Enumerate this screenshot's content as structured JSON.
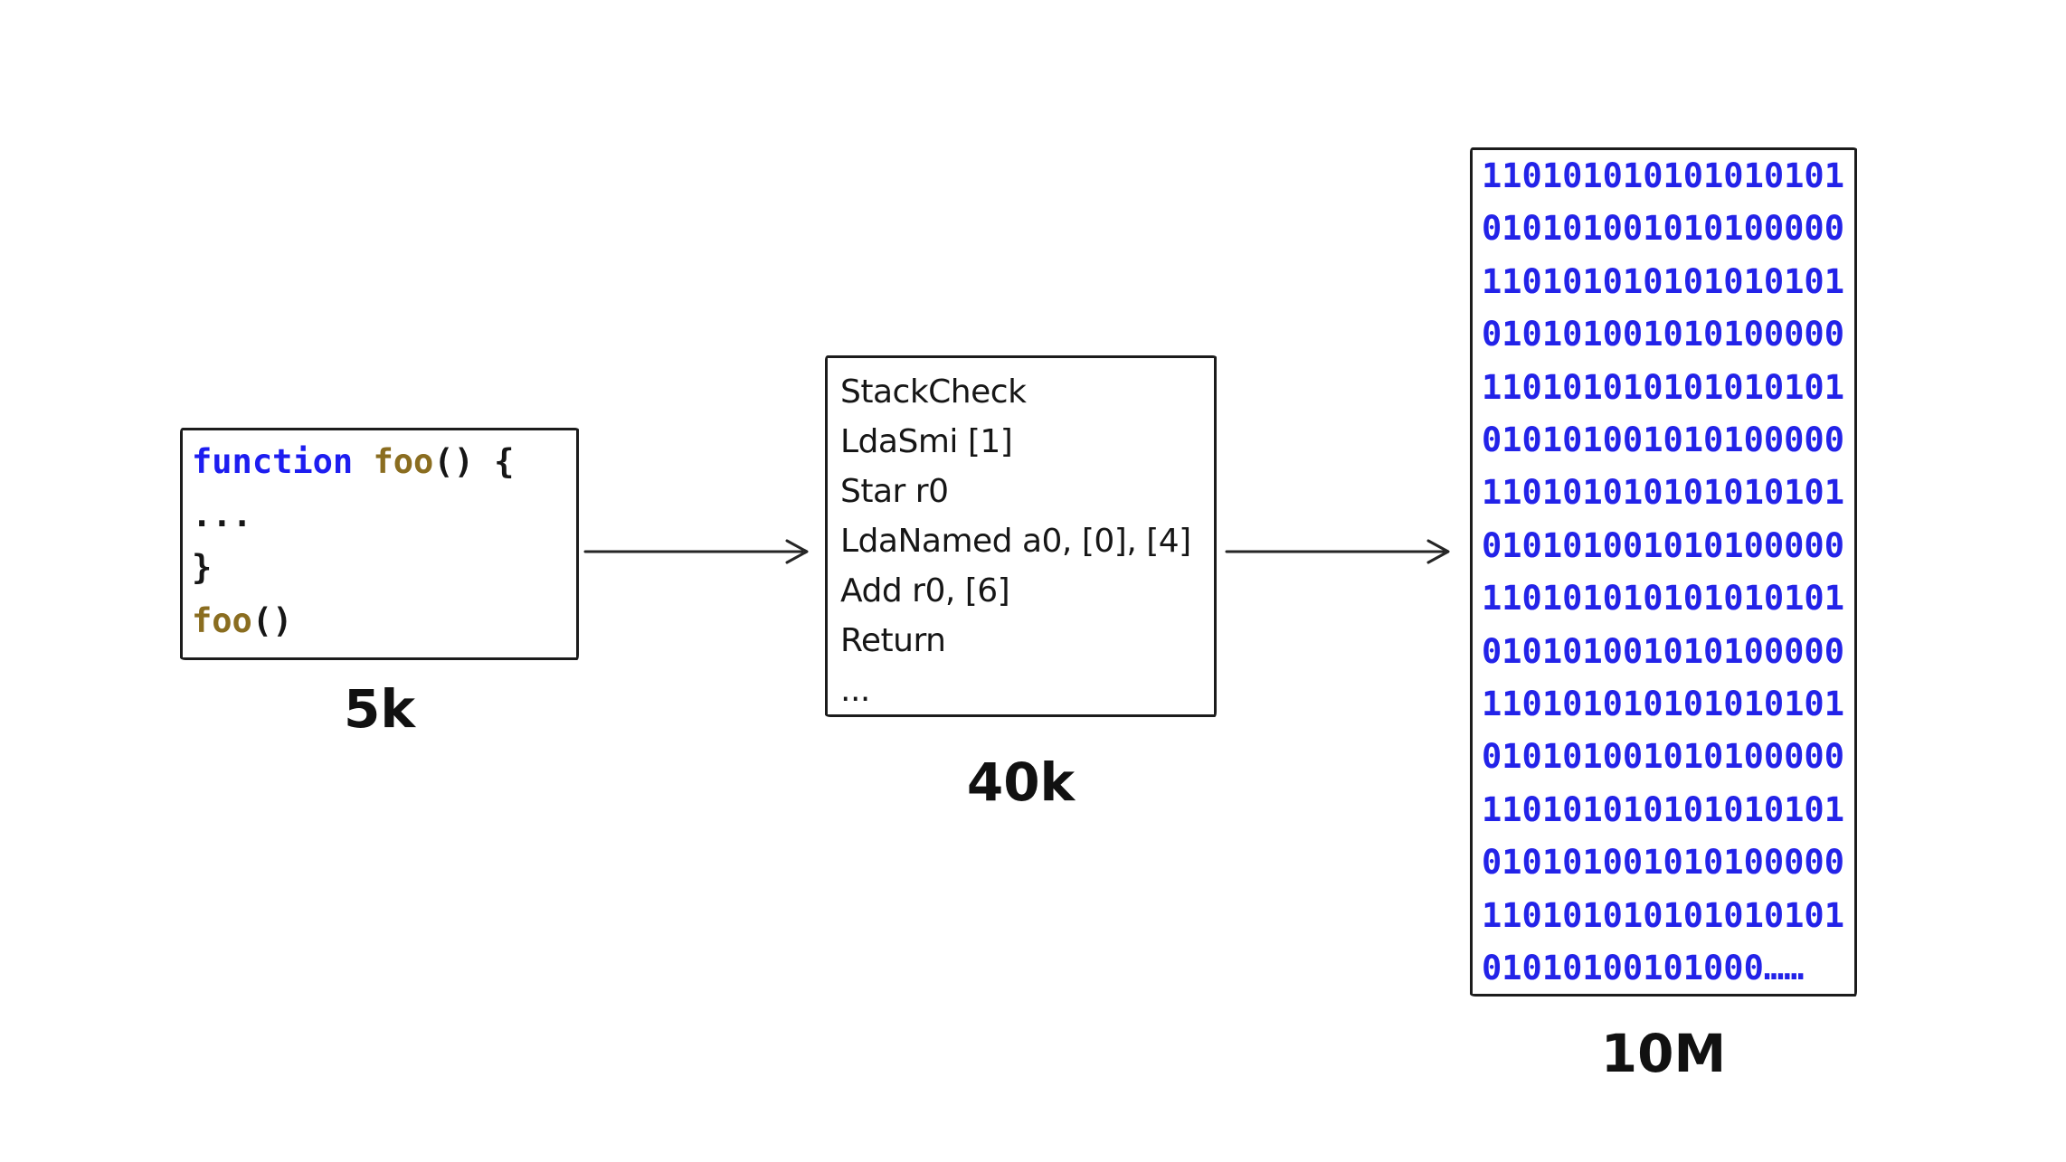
{
  "source_box": {
    "label": "5k",
    "code_lines": [
      {
        "tokens": [
          {
            "t": "function",
            "c": "keyword"
          },
          {
            "t": " ",
            "c": "plain"
          },
          {
            "t": "foo",
            "c": "name"
          },
          {
            "t": "() {",
            "c": "plain"
          }
        ]
      },
      {
        "tokens": [
          {
            "t": "...",
            "c": "plain"
          }
        ]
      },
      {
        "tokens": [
          {
            "t": "}",
            "c": "plain"
          }
        ]
      },
      {
        "tokens": [
          {
            "t": "foo",
            "c": "name"
          },
          {
            "t": "()",
            "c": "plain"
          }
        ]
      }
    ]
  },
  "bytecode_box": {
    "label": "40k",
    "lines": [
      "StackCheck",
      "LdaSmi [1]",
      "Star r0",
      "LdaNamed a0, [0], [4]",
      "Add r0, [6]",
      "Return",
      "..."
    ]
  },
  "machine_code_box": {
    "label": "10M",
    "rows": [
      "110101010101010101",
      "010101001010100000",
      "110101010101010101",
      "010101001010100000",
      "110101010101010101",
      "010101001010100000",
      "110101010101010101",
      "010101001010100000",
      "110101010101010101",
      "010101001010100000",
      "110101010101010101",
      "010101001010100000",
      "110101010101010101",
      "010101001010100000",
      "110101010101010101",
      "01010100101000……"
    ]
  },
  "colors": {
    "keyword": "#1d1df0",
    "name": "#8a6d20",
    "plain": "#161616",
    "binary": "#2323e8",
    "bytecode": "#161616",
    "arrow": "#262626",
    "border": "#1c1c1c"
  }
}
